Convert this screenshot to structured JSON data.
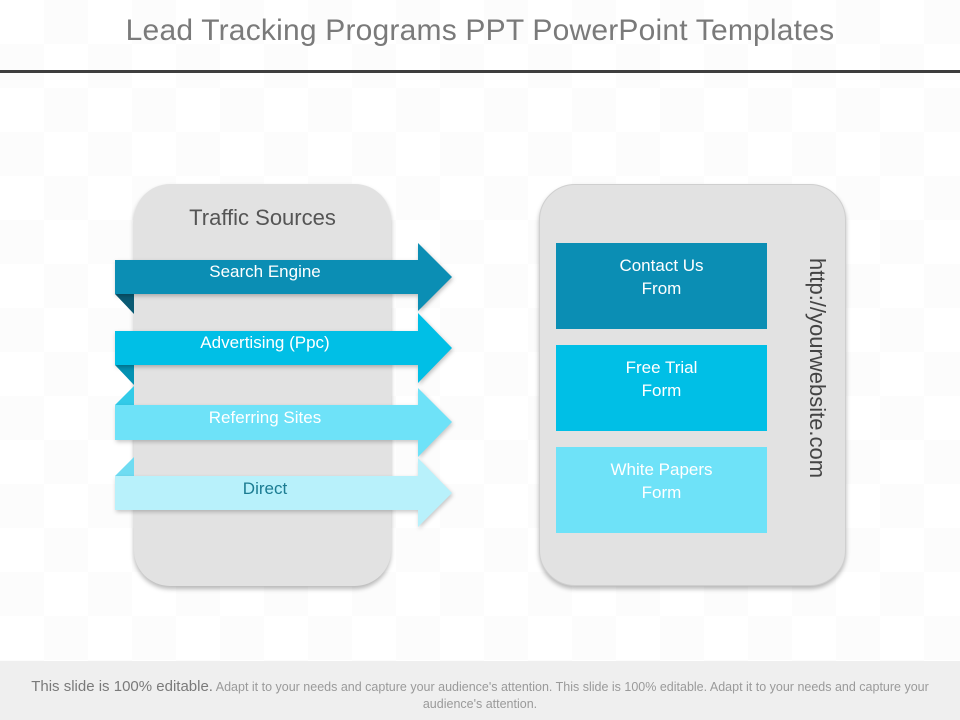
{
  "slide": {
    "title": "Lead Tracking Programs PPT PowerPoint Templates"
  },
  "left_panel": {
    "heading": "Traffic Sources",
    "arrows": [
      {
        "label": "Search Engine",
        "color": "#0b8eb4",
        "fold_color": "#0a5a73",
        "text_color": "#ffffff"
      },
      {
        "label": "Advertising (Ppc)",
        "color": "#00bfe6",
        "fold_color": "#0392b3",
        "text_color": "#ffffff"
      },
      {
        "label": "Referring Sites",
        "color": "#6ee2f8",
        "fold_color": "#33cbe8",
        "text_color": "#ffffff"
      },
      {
        "label": "Direct",
        "color": "#b8f1fb",
        "fold_color": "#6fdcf2",
        "text_color": "#1b7c92"
      }
    ]
  },
  "right_panel": {
    "forms": [
      {
        "line1": "Contact Us",
        "line2": "From",
        "color": "#0b8eb4"
      },
      {
        "line1": "Free Trial",
        "line2": "Form",
        "color": "#00bfe6"
      },
      {
        "line1": "White Papers",
        "line2": "Form",
        "color": "#6ee2f8"
      }
    ],
    "url": "http://yourwebsite.com"
  },
  "footer": {
    "lead": "This slide is 100% editable.",
    "body": " Adapt it to your needs and capture your audience's attention. This slide is 100% editable. Adapt it to your needs and capture your audience's attention."
  }
}
